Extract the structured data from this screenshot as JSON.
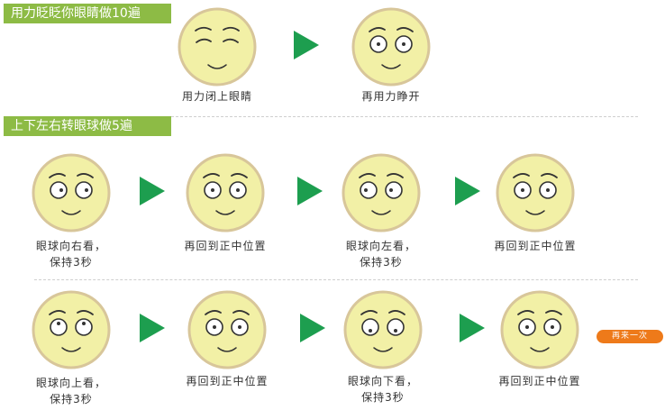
{
  "colors": {
    "face_fill": "#f2f0a6",
    "face_rim": "#d8c69a",
    "header_bg": "#8dbb45",
    "arrow": "#1d9e4f",
    "button_bg": "#ee7a1a",
    "feature": "#333333"
  },
  "section1": {
    "title": "用力眨眨你眼睛做10遍",
    "steps": [
      {
        "label": "用力闭上眼睛",
        "expression": "eyes-closed"
      },
      {
        "label": "再用力睁开",
        "expression": "eyes-wide-open"
      }
    ]
  },
  "section2": {
    "title": "上下左右转眼球做5遍",
    "row1": [
      {
        "line1": "眼球向右看，",
        "line2": "保持3秒",
        "expression": "look-right"
      },
      {
        "line1": "再回到正中位置",
        "line2": "",
        "expression": "look-center"
      },
      {
        "line1": "眼球向左看，",
        "line2": "保持3秒",
        "expression": "look-left"
      },
      {
        "line1": "再回到正中位置",
        "line2": "",
        "expression": "look-center"
      }
    ],
    "row2": [
      {
        "line1": "眼球向上看，",
        "line2": "保持3秒",
        "expression": "look-up"
      },
      {
        "line1": "再回到正中位置",
        "line2": "",
        "expression": "look-center"
      },
      {
        "line1": "眼球向下看，",
        "line2": "保持3秒",
        "expression": "look-down"
      },
      {
        "line1": "再回到正中位置",
        "line2": "",
        "expression": "look-center"
      }
    ],
    "repeat_label": "再来一次"
  }
}
